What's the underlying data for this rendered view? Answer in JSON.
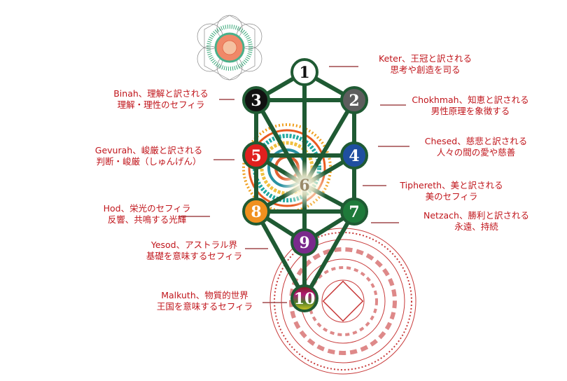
{
  "colors": {
    "label": "#c0151b",
    "path": "#1f5a33",
    "leader": "#a0484c"
  },
  "sephiroth": [
    {
      "num": "1",
      "color": "#ffffff",
      "text_color": "#111111",
      "line1": "Keter、王冠と訳される",
      "line2": "思考や創造を司る"
    },
    {
      "num": "2",
      "color": "#5e5e5e",
      "text_color": "#ffffff",
      "line1": "Chokhmah、知恵と訳される",
      "line2": "男性原理を象徴する"
    },
    {
      "num": "3",
      "color": "#111111",
      "text_color": "#ffffff",
      "line1": "Binah、理解と訳される",
      "line2": "理解・理性のセフィラ"
    },
    {
      "num": "4",
      "color": "#1f4fa0",
      "text_color": "#ffffff",
      "line1": "Chesed、慈悲と訳される",
      "line2": "人々の間の愛や慈善"
    },
    {
      "num": "5",
      "color": "#e0201e",
      "text_color": "#ffffff",
      "line1": "Gevurah、峻厳と訳される",
      "line2": "判断・峻厳（しゅんげん）"
    },
    {
      "num": "6",
      "color": "#f5e6c8",
      "text_color": "#9a8a6a",
      "line1": "Tiphereth、美と訳される",
      "line2": "美のセフィラ"
    },
    {
      "num": "7",
      "color": "#1e7a3a",
      "text_color": "#ffffff",
      "line1": "Netzach、勝利と訳される",
      "line2": "永遠、持続"
    },
    {
      "num": "8",
      "color": "#f0901e",
      "text_color": "#ffffff",
      "line1": "Hod、栄光のセフィラ",
      "line2": "反響、共鳴する光輝"
    },
    {
      "num": "9",
      "color": "#7a2a8c",
      "text_color": "#ffffff",
      "line1": "Yesod、アストラル界",
      "line2": "基礎を意味するセフィラ"
    },
    {
      "num": "10",
      "color": "#6a2a20",
      "text_color": "#ffffff",
      "line1": "Malkuth、物質的世界",
      "line2": "王国を意味するセフィラ"
    }
  ]
}
